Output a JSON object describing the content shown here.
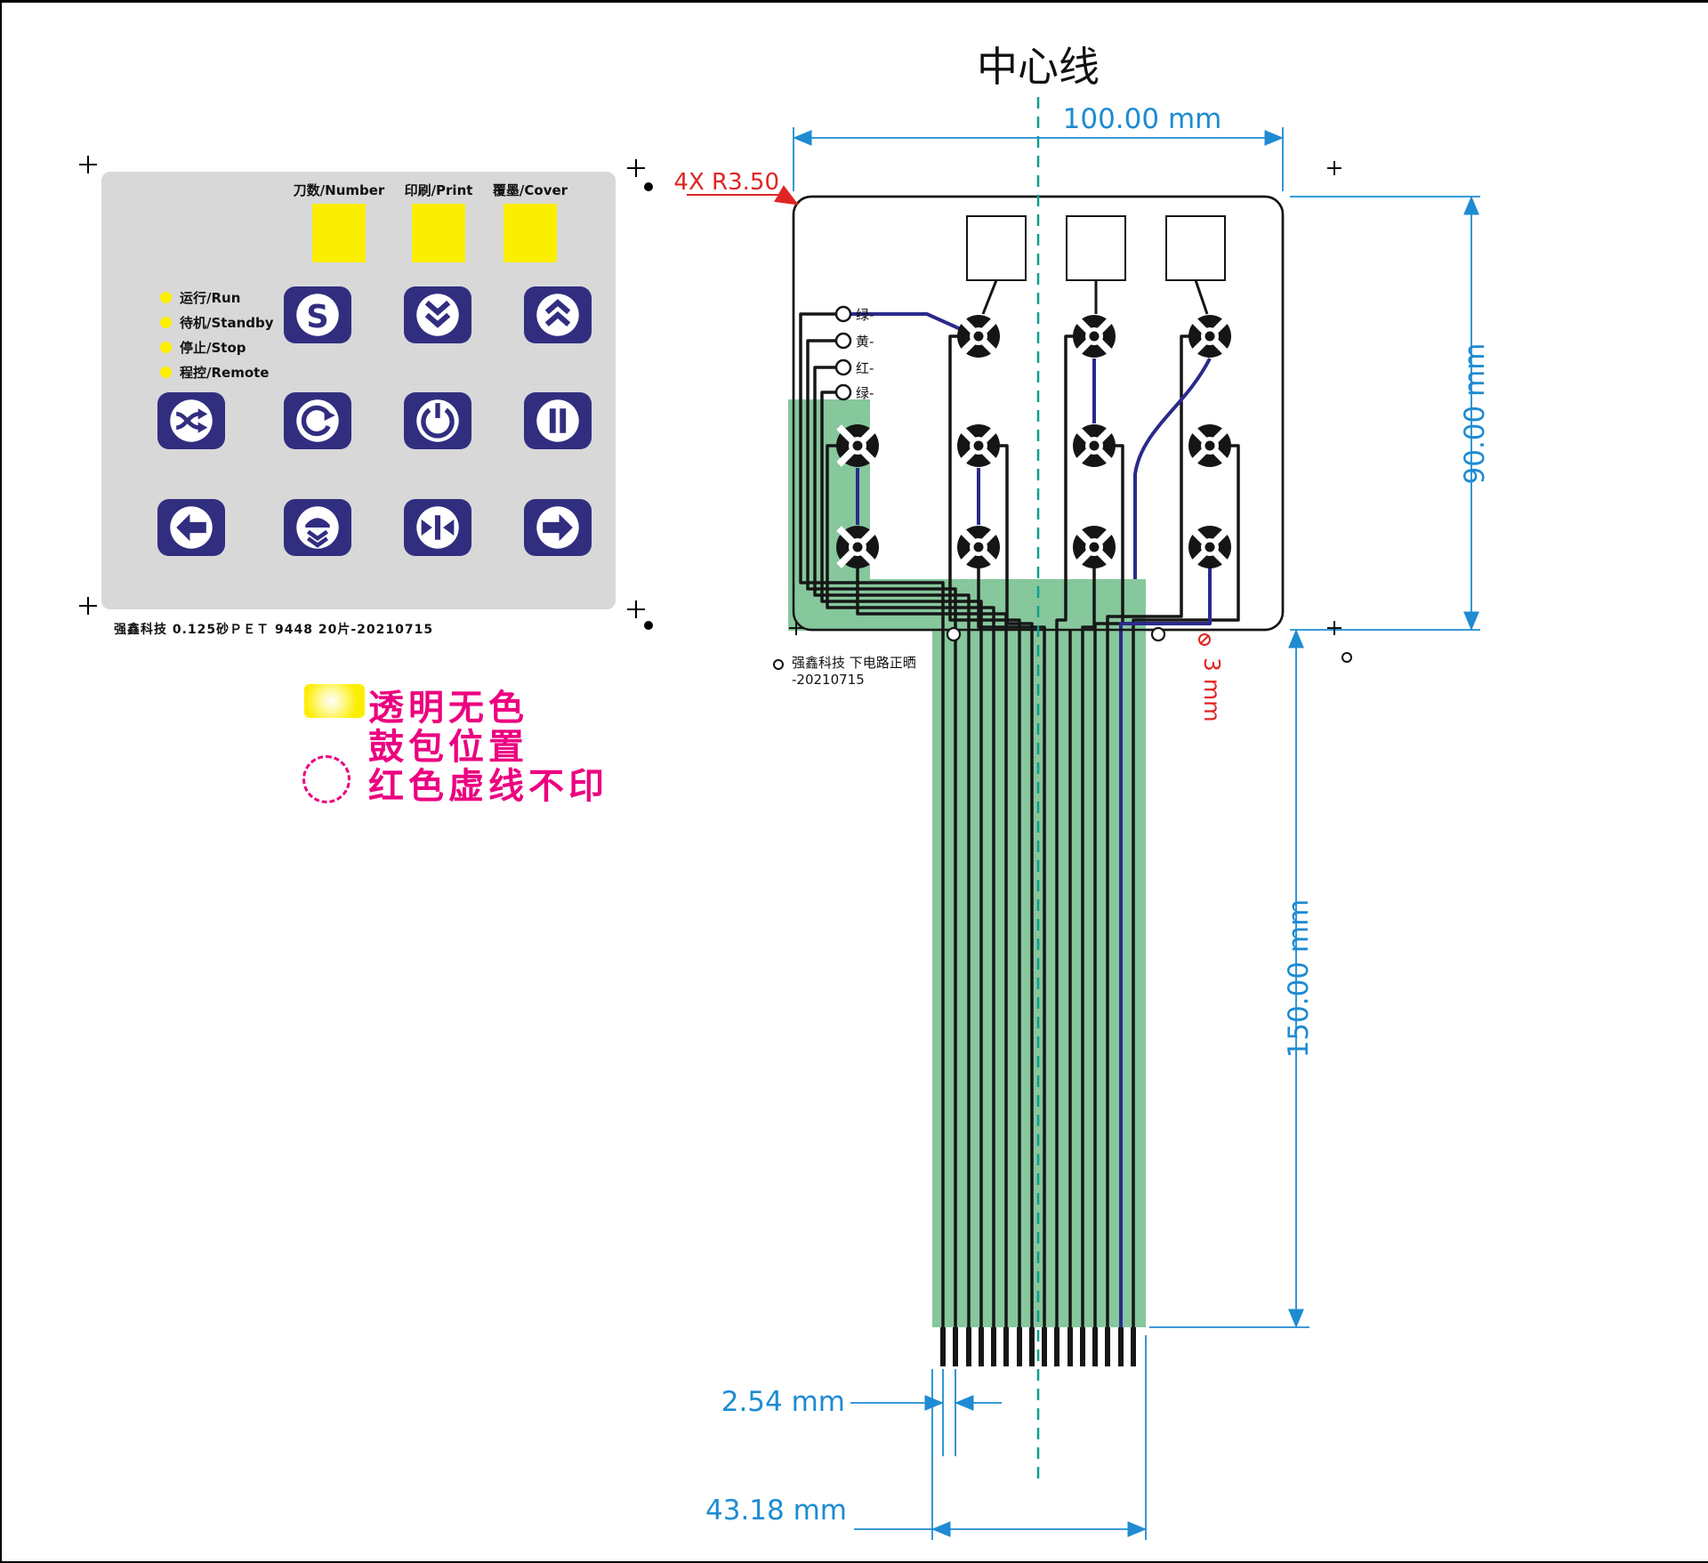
{
  "keypad": {
    "windows": [
      {
        "label": "刀数/Number"
      },
      {
        "label": "印刷/Print"
      },
      {
        "label": "覆墨/Cover"
      }
    ],
    "leds": [
      {
        "label": "运行/Run"
      },
      {
        "label": "待机/Standby"
      },
      {
        "label": "停止/Stop"
      },
      {
        "label": "程控/Remote"
      }
    ],
    "buttons": [
      {
        "id": "start",
        "icon": "s-icon"
      },
      {
        "id": "scroll-down",
        "icon": "chevron-double-down-icon"
      },
      {
        "id": "scroll-up",
        "icon": "chevron-double-up-icon"
      },
      {
        "id": "shuffle",
        "icon": "shuffle-icon"
      },
      {
        "id": "cycle",
        "icon": "cycle-icon"
      },
      {
        "id": "power",
        "icon": "power-icon"
      },
      {
        "id": "pause",
        "icon": "pause-icon"
      },
      {
        "id": "arrow-left",
        "icon": "arrow-left-icon"
      },
      {
        "id": "press",
        "icon": "press-icon"
      },
      {
        "id": "center-align",
        "icon": "arrows-to-bar-icon"
      },
      {
        "id": "arrow-right",
        "icon": "arrow-right-icon"
      }
    ],
    "button_s_label": "S",
    "footer_note": "强鑫科技  0.125砂ＰＥＴ  9448  20片-20210715"
  },
  "legend": {
    "line1": "透明无色",
    "line2": "鼓包位置",
    "line3": "红色虚线不印"
  },
  "circuit": {
    "title": "中心线",
    "corner_note": "4X R3.50",
    "wire_labels": [
      "绿-",
      "黄-",
      "红-",
      "绿-"
    ],
    "dims": {
      "width": "100.00 mm",
      "height": "90.00 mm",
      "tail_length": "150.00 mm",
      "pitch": "2.54 mm",
      "tail_width": "43.18 mm",
      "hole": "3 mm"
    },
    "footer_line1": "强鑫科技  下电路正晒",
    "footer_line2": "-20210715"
  },
  "colors": {
    "panel_gray": "#d8d8d8",
    "button_navy": "#312e80",
    "trace_navy": "#2b2a8c",
    "window_yellow": "#fcee00",
    "fpc_green": "#86c79c",
    "dimension_blue": "#1e8bd2",
    "callout_red": "#e02424",
    "legend_magenta": "#ec0080",
    "centerline_teal": "#0e9d8d"
  }
}
